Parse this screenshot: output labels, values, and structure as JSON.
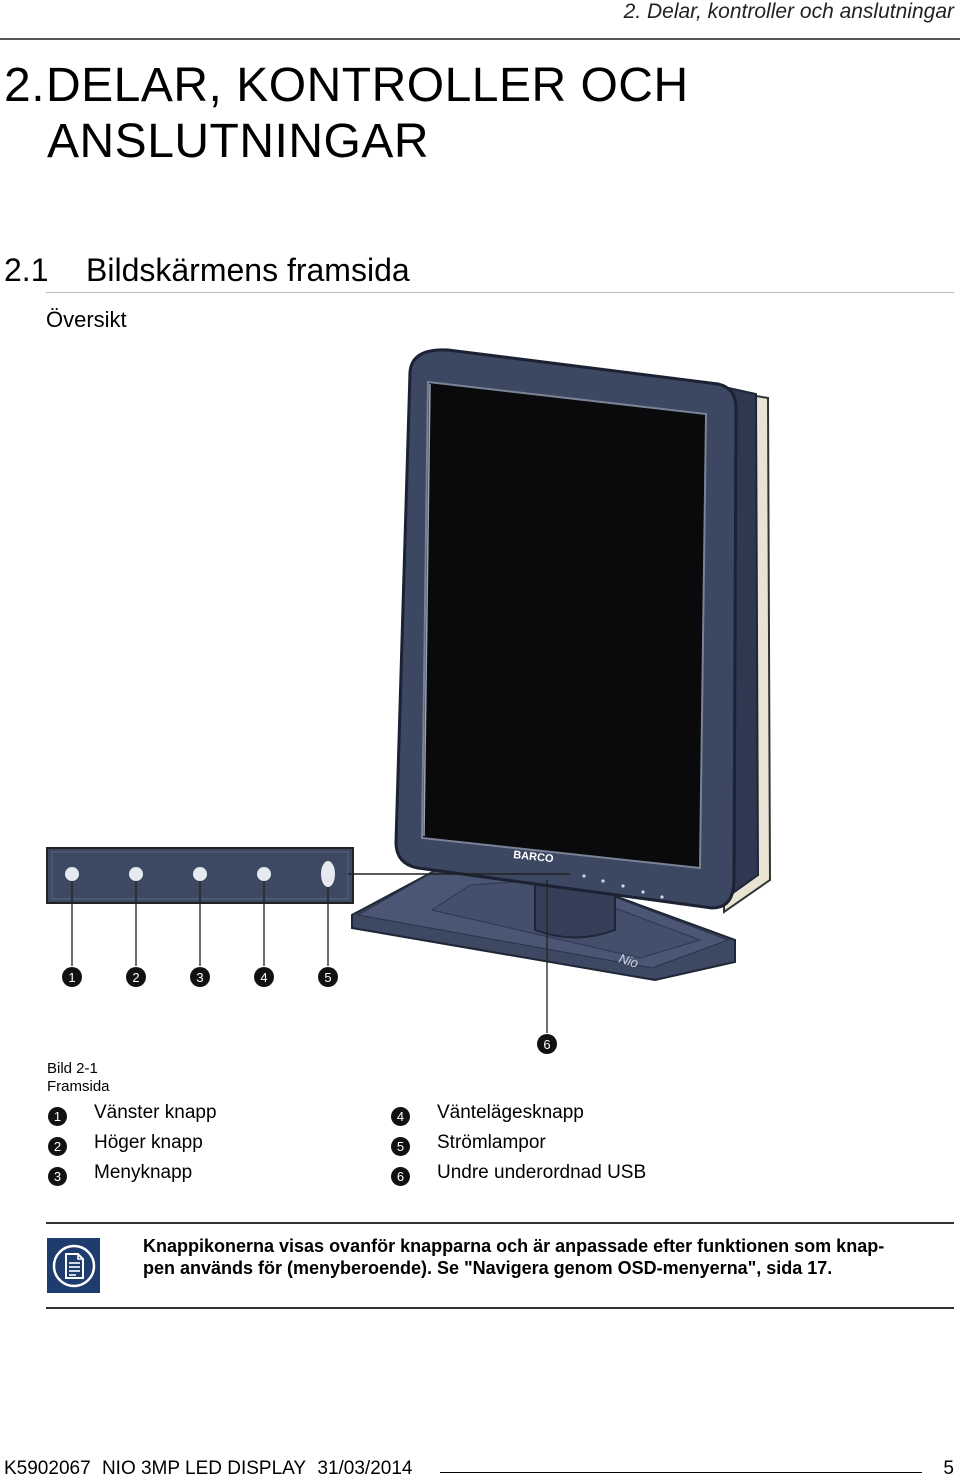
{
  "running_header": "2. Delar, kontroller och anslutningar",
  "chapter": {
    "number": "2.",
    "line1": "DELAR, KONTROLLER OCH",
    "line2": "ANSLUTNINGAR"
  },
  "section": {
    "number": "2.1",
    "title": "Bildskärmens framsida"
  },
  "subheading": "Översikt",
  "figure": {
    "brand_logo": "BARCO",
    "model_logo": "Nio",
    "callouts": [
      "1",
      "2",
      "3",
      "4",
      "5",
      "6"
    ]
  },
  "caption": {
    "label": "Bild 2-1",
    "title": "Framsida"
  },
  "legend": [
    {
      "num": "1",
      "text": "Vänster knapp"
    },
    {
      "num": "2",
      "text": "Höger knapp"
    },
    {
      "num": "3",
      "text": "Menyknapp"
    },
    {
      "num": "4",
      "text": "Väntelägesknapp"
    },
    {
      "num": "5",
      "text": "Strömlampor"
    },
    {
      "num": "6",
      "text": "Undre underordnad USB"
    }
  ],
  "note": {
    "icon": "note-document-icon",
    "line1": "Knappikonerna visas ovanför knapparna och är anpassade efter funktionen som knap-",
    "line2": "pen används för (menyberoende). Se \"Navigera genom OSD-menyerna\", sida 17."
  },
  "footer": {
    "doc_id": "K5902067",
    "product": "NIO 3MP LED DISPLAY",
    "date": "31/03/2014",
    "page": "5"
  },
  "colors": {
    "bezel": "#3b4660",
    "bezel_edge": "#242c3e",
    "note_icon_bg": "#1e3d6e"
  }
}
